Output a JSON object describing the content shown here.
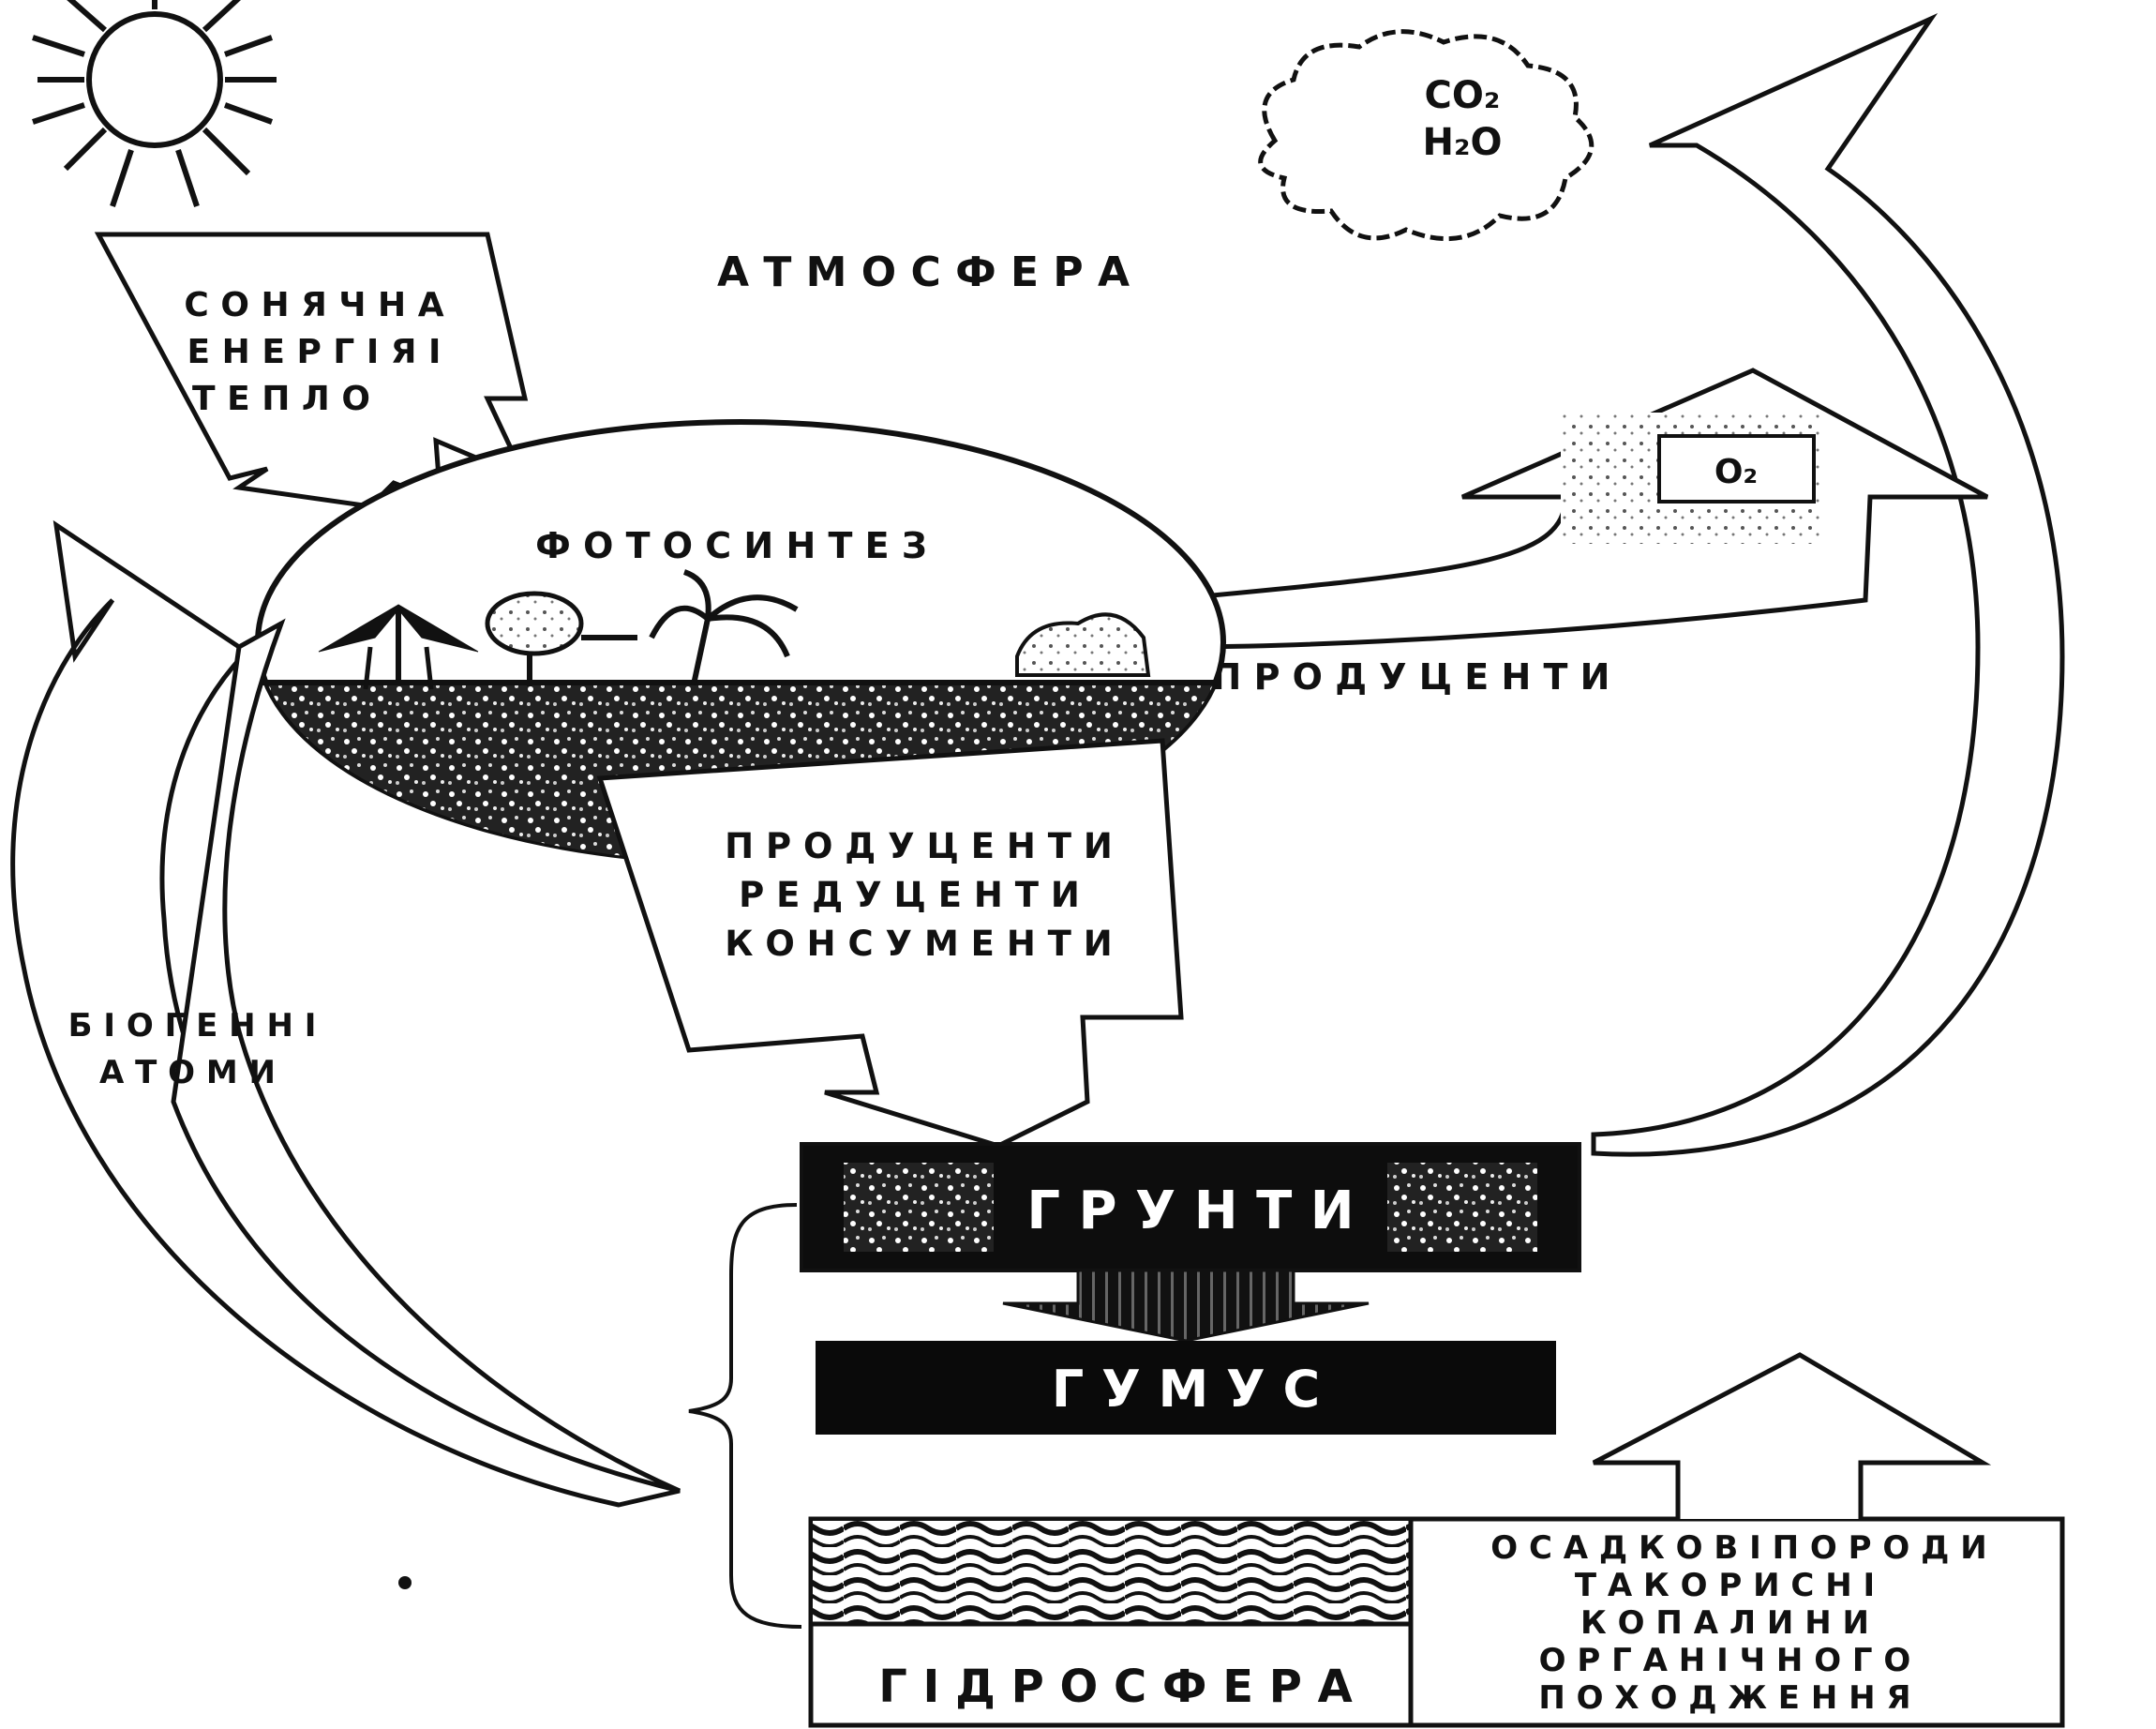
{
  "labels": {
    "atmosphere": "А Т М О С Ф Е Р А",
    "solar_line1": "С О Н Я Ч Н А",
    "solar_line2": "Е Н Е Р Г І Я І",
    "solar_line3": "Т Е П Л О",
    "photosynthesis": "Ф О Т О С И Н Т Е З",
    "producers": "П Р О Д У Ц Е Н Т И",
    "prc_line1": "П Р О Д У Ц Е Н Т И",
    "prc_line2": "Р Е Д У Ц Е Н Т И",
    "prc_line3": "К О Н С У М Е Н Т И",
    "biogenic_line1": "Б І О Г Е Н Н І",
    "biogenic_line2": "А Т О М И",
    "soils": "Г Р У Н Т И",
    "humus": "Г У М У С",
    "hydrosphere": "Г І Д Р О С Ф Е Р А",
    "sed_line1": "О С А Д К О В І П О Р О Д И",
    "sed_line2": "Т А  К О Р И С Н І",
    "sed_line3": "К О П А Л И Н И",
    "sed_line4": "О Р Г А Н І Ч Н О Г О",
    "sed_line5": "П О Х О Д Ж Е Н Н Я",
    "co2": "CO₂",
    "h2o": "H₂O",
    "o2": "O₂"
  },
  "colors": {
    "ink": "#111111",
    "background": "#ffffff"
  }
}
